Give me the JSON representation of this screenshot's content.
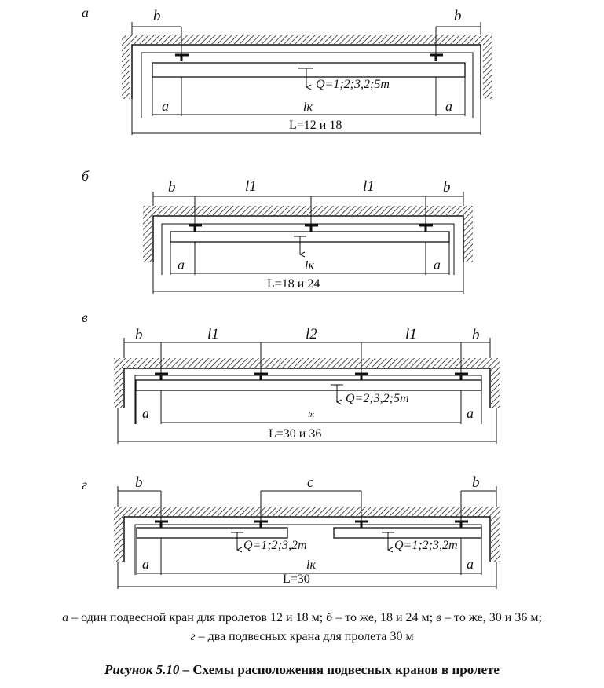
{
  "schemes": [
    {
      "letter": "а",
      "dims": [
        "b",
        "b"
      ],
      "load": "Q=1;2;3,2;5т",
      "a_left": "a",
      "a_right": "a",
      "lk": "lк",
      "span": "L=12 и 18"
    },
    {
      "letter": "б",
      "dims": [
        "b",
        "l1",
        "l1",
        "b"
      ],
      "a_left": "a",
      "a_right": "a",
      "lk": "lк",
      "span": "L=18 и 24"
    },
    {
      "letter": "в",
      "dims": [
        "b",
        "l1",
        "l2",
        "l1",
        "b"
      ],
      "load": "Q=2;3,2;5т",
      "a_left": "a",
      "a_right": "a",
      "lk": "lк",
      "span": "L=30 и 36"
    },
    {
      "letter": "г",
      "dims": [
        "b",
        "c",
        "b"
      ],
      "load_left": "Q=1;2;3,2т",
      "load_right": "Q=1;2;3,2т",
      "a_left": "a",
      "a_right": "a",
      "lk": "lк",
      "span": "L=30"
    }
  ],
  "caption": {
    "p1_letter": "а",
    "p1_text": " – один подвесной кран для пролетов 12 и 18 м; ",
    "p2_letter": "б",
    "p2_text": " – то же, 18 и 24 м; ",
    "p3_letter": "в",
    "p3_text": " – то же, 30 и 36 м;",
    "p4_letter": "г",
    "p4_text": " – два подвесных крана для пролета 30 м"
  },
  "figure_title": {
    "number": "Рисунок 5.10",
    "text": " – Схемы расположения подвесных кранов в пролете"
  }
}
